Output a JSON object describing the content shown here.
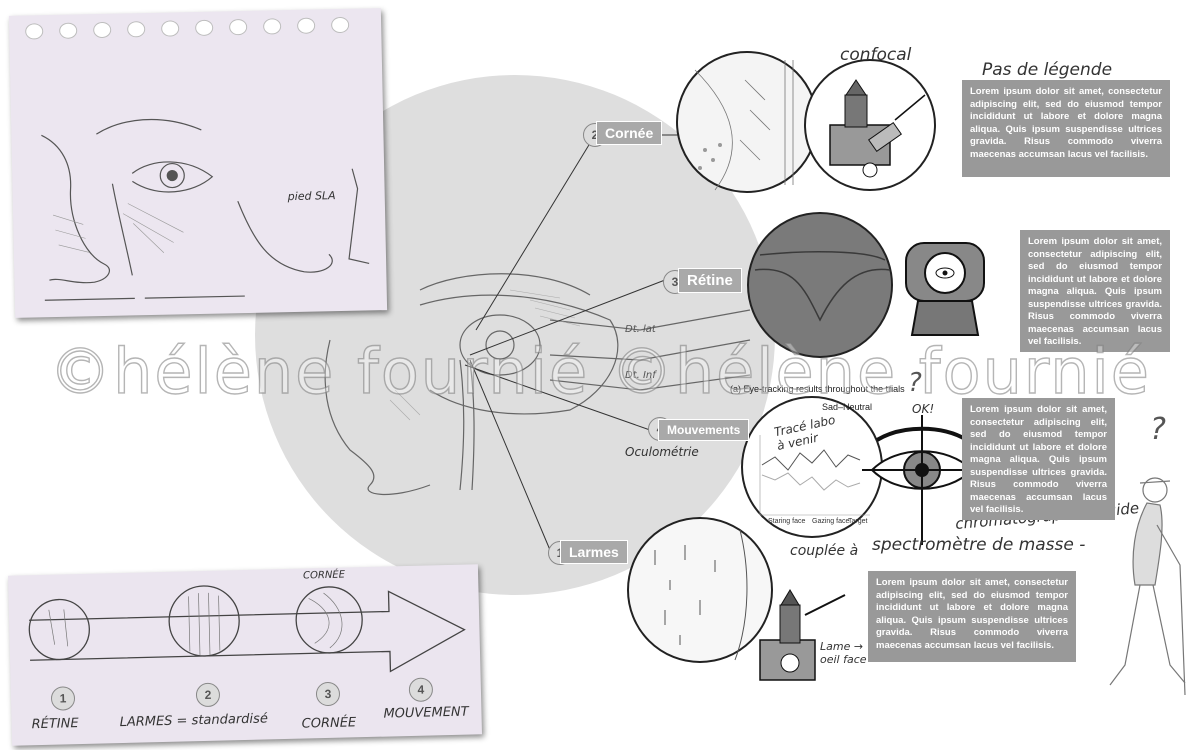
{
  "labels": [
    {
      "num": "2",
      "text": "Cornée"
    },
    {
      "num": "3",
      "text": "Rétine"
    },
    {
      "num": "4",
      "text": "Mouvements"
    },
    {
      "num": "1",
      "text": "Larmes"
    }
  ],
  "notes": {
    "confocal": "confocal",
    "no_caption": "Pas de légende",
    "ok": "OK!",
    "question": "?",
    "chromatographie": "chromatographie liquide",
    "couplee": "couplée à",
    "spectrometre": "spectromètre de masse -",
    "oculometrie": "Oculométrie",
    "trace": "Tracé labo à venir",
    "lame": "Lame → oeil face",
    "pied_sla": "pied SLA",
    "dt_lat": "Dt. lat",
    "dt_inf": "Dt. Inf"
  },
  "texts": {
    "block1": "Lorem ipsum dolor sit amet, consectetur adipiscing elit, sed do eiusmod tempor incididunt ut labore et dolore magna aliqua. Quis ipsum suspendisse ultrices gravida. Risus commodo viverra maecenas accumsan lacus vel facilisis.",
    "block2": "Lorem ipsum dolor sit amet, consectetur adipiscing elit, sed do eiusmod tempor incididunt ut labore et dolore magna aliqua. Quis ipsum suspendisse ultrices gravida. Risus commodo viverra maecenas accumsan lacus vel facilisis.",
    "block3": "Lorem ipsum dolor sit amet, consectetur adipiscing elit, sed do eiusmod tempor incididunt ut labore et dolore magna aliqua. Quis ipsum suspendisse ultrices gravida. Risus commodo viverra maecenas accumsan lacus vel facilisis.",
    "block4": "Lorem ipsum dolor sit amet, consectetur adipiscing elit, sed do eiusmod tempor incididunt ut labore et dolore magna aliqua. Quis ipsum suspendisse ultrices gravida. Risus commodo viverra maecenas accumsan lacus vel facilisis."
  },
  "chart": {
    "title": "(a)  Eye-tracking results throughout the trials",
    "subtitle": "Sad–Neutral",
    "x_labels": [
      "Staring face",
      "Gazing face",
      "Target"
    ]
  },
  "sketch_bottom": {
    "steps": [
      "1",
      "2",
      "3",
      "4"
    ],
    "captions": [
      "RÉTINE",
      "LARMES = standardisé",
      "CORNÉE",
      "MOUVEMENT"
    ],
    "cornee_top": "CORNÉE"
  },
  "watermark": "©hélène fournié ©hélène fournié",
  "colors": {
    "label_bg": "#a9a9a9",
    "text_bg": "#999999",
    "paper": "#ece6f0",
    "circle_bg": "#dedede"
  }
}
